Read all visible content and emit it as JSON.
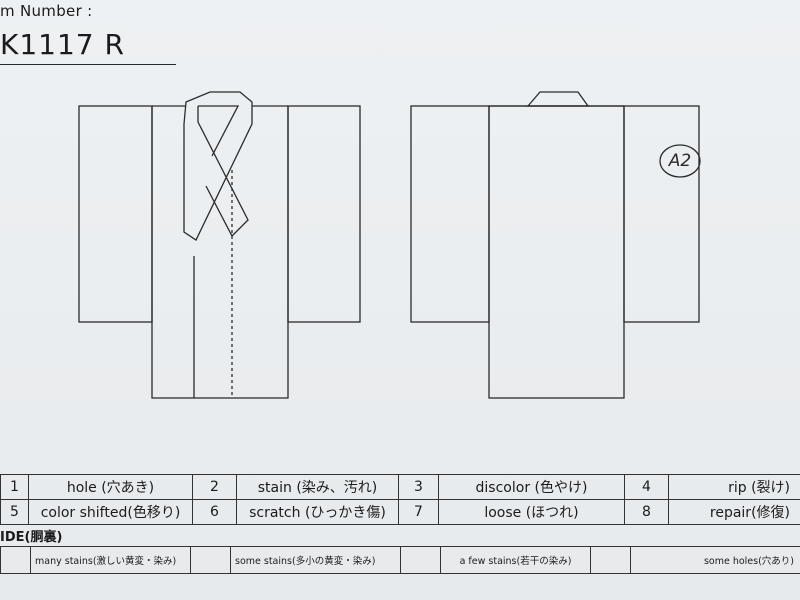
{
  "header": {
    "item_number_label": "m Number :",
    "item_number": "K1117   R"
  },
  "grade_mark": "A2",
  "legend": [
    {
      "num": "1",
      "text": "hole (穴あき)"
    },
    {
      "num": "2",
      "text": "stain (染み、汚れ)"
    },
    {
      "num": "3",
      "text": "discolor (色やけ)"
    },
    {
      "num": "4",
      "text": "rip (裂け)"
    },
    {
      "num": "5",
      "text": "color shifted(色移り)"
    },
    {
      "num": "6",
      "text": "scratch (ひっかき傷)"
    },
    {
      "num": "7",
      "text": "loose (ほつれ)"
    },
    {
      "num": "8",
      "text": "repair(修復)"
    }
  ],
  "inside": {
    "title": "IDE(胴裏)",
    "options": [
      "many stains(激しい黄変・染み)",
      "some stains(多小の黄変・染み)",
      "a few stains(若干の染み)",
      "some holes(穴あり)"
    ]
  }
}
